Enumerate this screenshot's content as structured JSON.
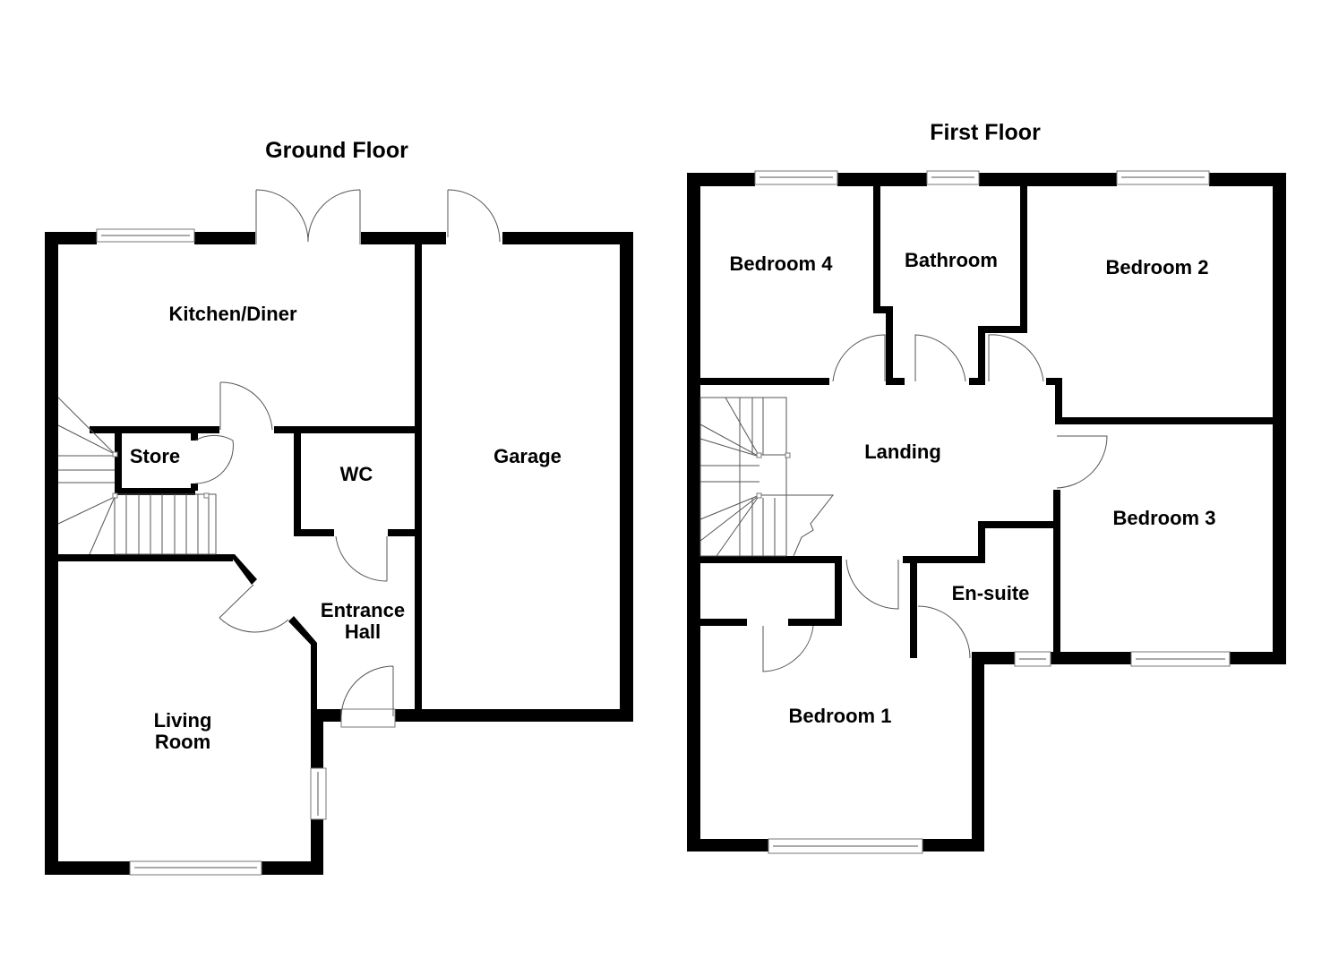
{
  "ground_floor": {
    "title": "Ground Floor",
    "rooms": {
      "kitchen": "Kitchen/Diner",
      "store": "Store",
      "wc": "WC",
      "garage": "Garage",
      "entrance_l1": "Entrance",
      "entrance_l2": "Hall",
      "living_l1": "Living",
      "living_l2": "Room"
    }
  },
  "first_floor": {
    "title": "First Floor",
    "rooms": {
      "bedroom4": "Bedroom 4",
      "bathroom": "Bathroom",
      "bedroom2": "Bedroom 2",
      "landing": "Landing",
      "bedroom3": "Bedroom 3",
      "ensuite": "En-suite",
      "bedroom1": "Bedroom 1"
    }
  },
  "colors": {
    "wall": "#000000",
    "background": "#ffffff",
    "fixture_line": "#555555"
  }
}
